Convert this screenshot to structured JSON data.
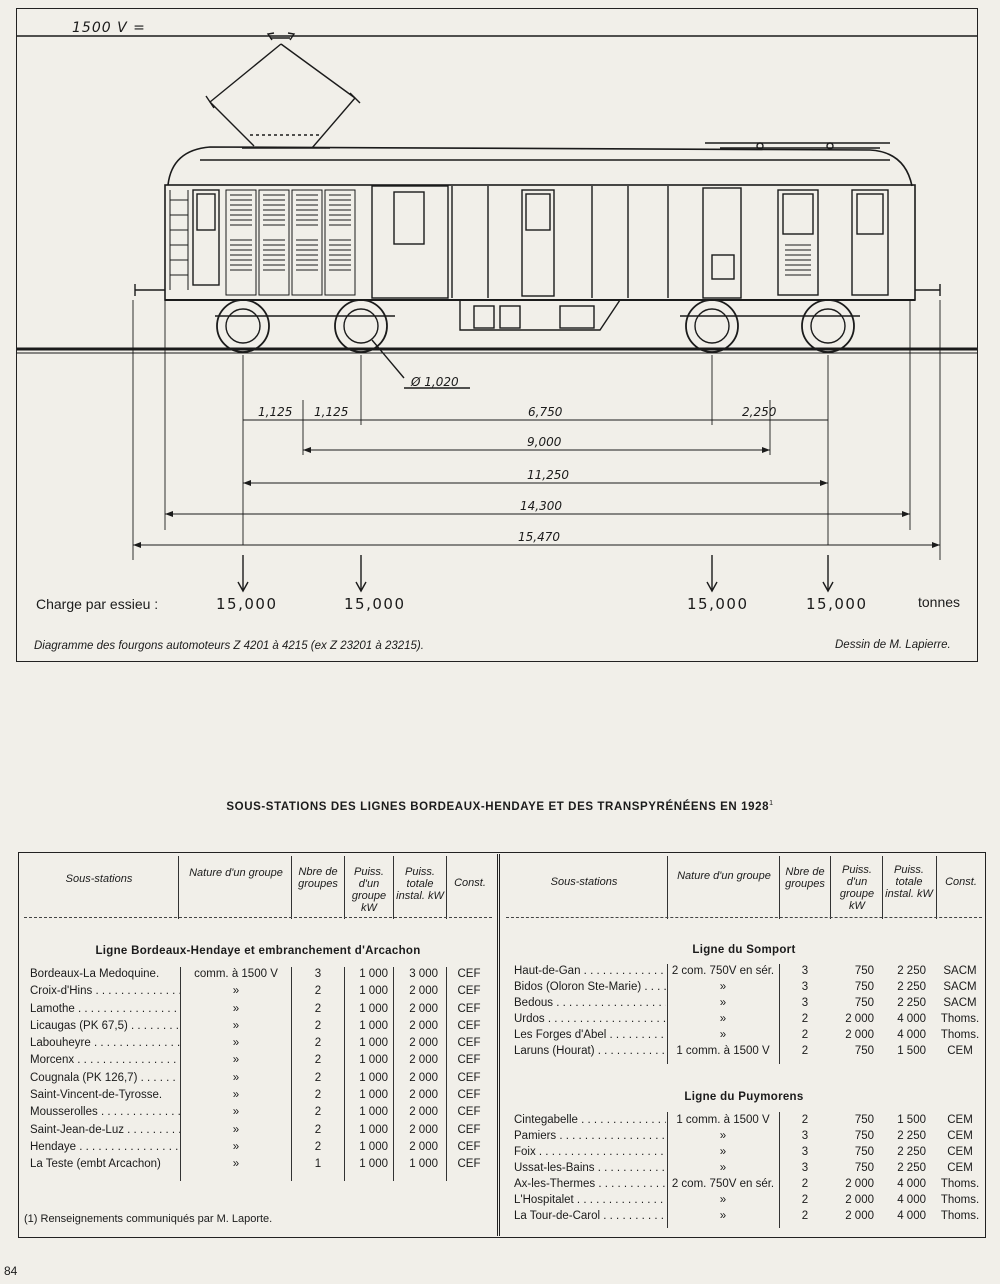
{
  "diagram": {
    "voltage": "1500 V =",
    "wheel_diameter": "Ø 1,020",
    "dimensions": [
      "1,125",
      "1,125",
      "6,750",
      "2,250",
      "9,000",
      "11,250",
      "14,300",
      "15,470"
    ],
    "charge_label": "Charge par essieu :",
    "axle_loads": [
      "15,000",
      "15,000",
      "15,000",
      "15,000"
    ],
    "tonnes_label": "tonnes",
    "caption": "Diagramme des fourgons automoteurs Z 4201 à 4215 (ex Z 23201 à 23215).",
    "credit": "Dessin de M. Lapierre."
  },
  "table": {
    "title": "SOUS-STATIONS DES LIGNES BORDEAUX-HENDAYE ET DES TRANSPYRÉNÉENS EN 1928",
    "title_note": "1",
    "headers": {
      "station": "Sous-stations",
      "nature": "Nature d'un groupe",
      "groups": "Nbre de groupes",
      "unit_power": "Puiss. d'un groupe kW",
      "total_power": "Puiss. totale instal. kW",
      "builder": "Const."
    },
    "left_section": {
      "title": "Ligne Bordeaux-Hendaye et embranchement d'Arcachon",
      "rows": [
        {
          "name": "Bordeaux-La Medoquine.",
          "nature": "comm. à 1500 V",
          "groups": "3",
          "unit": "1 000",
          "total": "3 000",
          "builder": "CEF"
        },
        {
          "name": "Croix-d'Hins",
          "nature": "»",
          "groups": "2",
          "unit": "1 000",
          "total": "2 000",
          "builder": "CEF"
        },
        {
          "name": "Lamothe",
          "nature": "»",
          "groups": "2",
          "unit": "1 000",
          "total": "2 000",
          "builder": "CEF"
        },
        {
          "name": "Licaugas (PK 67,5)",
          "nature": "»",
          "groups": "2",
          "unit": "1 000",
          "total": "2 000",
          "builder": "CEF"
        },
        {
          "name": "Labouheyre",
          "nature": "»",
          "groups": "2",
          "unit": "1 000",
          "total": "2 000",
          "builder": "CEF"
        },
        {
          "name": "Morcenx",
          "nature": "»",
          "groups": "2",
          "unit": "1 000",
          "total": "2 000",
          "builder": "CEF"
        },
        {
          "name": "Cougnala (PK 126,7)",
          "nature": "»",
          "groups": "2",
          "unit": "1 000",
          "total": "2 000",
          "builder": "CEF"
        },
        {
          "name": "Saint-Vincent-de-Tyrosse.",
          "nature": "»",
          "groups": "2",
          "unit": "1 000",
          "total": "2 000",
          "builder": "CEF"
        },
        {
          "name": "Mousserolles",
          "nature": "»",
          "groups": "2",
          "unit": "1 000",
          "total": "2 000",
          "builder": "CEF"
        },
        {
          "name": "Saint-Jean-de-Luz",
          "nature": "»",
          "groups": "2",
          "unit": "1 000",
          "total": "2 000",
          "builder": "CEF"
        },
        {
          "name": "Hendaye",
          "nature": "»",
          "groups": "2",
          "unit": "1 000",
          "total": "2 000",
          "builder": "CEF"
        },
        {
          "name": "La Teste (embt Arcachon)",
          "nature": "»",
          "groups": "1",
          "unit": "1 000",
          "total": "1 000",
          "builder": "CEF"
        }
      ]
    },
    "somport": {
      "title": "Ligne du Somport",
      "rows": [
        {
          "name": "Haut-de-Gan",
          "nature": "2 com. 750V en sér.",
          "groups": "3",
          "unit": "750",
          "total": "2 250",
          "builder": "SACM"
        },
        {
          "name": "Bidos (Oloron Ste-Marie)",
          "nature": "»",
          "groups": "3",
          "unit": "750",
          "total": "2 250",
          "builder": "SACM"
        },
        {
          "name": "Bedous",
          "nature": "»",
          "groups": "3",
          "unit": "750",
          "total": "2 250",
          "builder": "SACM"
        },
        {
          "name": "Urdos",
          "nature": "»",
          "groups": "2",
          "unit": "2 000",
          "total": "4 000",
          "builder": "Thoms."
        },
        {
          "name": "Les Forges d'Abel",
          "nature": "»",
          "groups": "2",
          "unit": "2 000",
          "total": "4 000",
          "builder": "Thoms."
        },
        {
          "name": "Laruns (Hourat)",
          "nature": "1 comm. à 1500 V",
          "groups": "2",
          "unit": "750",
          "total": "1 500",
          "builder": "CEM"
        }
      ]
    },
    "puymorens": {
      "title": "Ligne du Puymorens",
      "rows": [
        {
          "name": "Cintegabelle",
          "nature": "1 comm. à 1500 V",
          "groups": "2",
          "unit": "750",
          "total": "1 500",
          "builder": "CEM"
        },
        {
          "name": "Pamiers",
          "nature": "»",
          "groups": "3",
          "unit": "750",
          "total": "2 250",
          "builder": "CEM"
        },
        {
          "name": "Foix",
          "nature": "»",
          "groups": "3",
          "unit": "750",
          "total": "2 250",
          "builder": "CEM"
        },
        {
          "name": "Ussat-les-Bains",
          "nature": "»",
          "groups": "3",
          "unit": "750",
          "total": "2 250",
          "builder": "CEM"
        },
        {
          "name": "Ax-les-Thermes",
          "nature": "2 com. 750V en sér.",
          "groups": "2",
          "unit": "2 000",
          "total": "4 000",
          "builder": "Thoms."
        },
        {
          "name": "L'Hospitalet",
          "nature": "»",
          "groups": "2",
          "unit": "2 000",
          "total": "4 000",
          "builder": "Thoms."
        },
        {
          "name": "La Tour-de-Carol",
          "nature": "»",
          "groups": "2",
          "unit": "2 000",
          "total": "4 000",
          "builder": "Thoms."
        }
      ]
    },
    "footnote": "(1) Renseignements communiqués par M. Laporte."
  },
  "page_number": "84"
}
